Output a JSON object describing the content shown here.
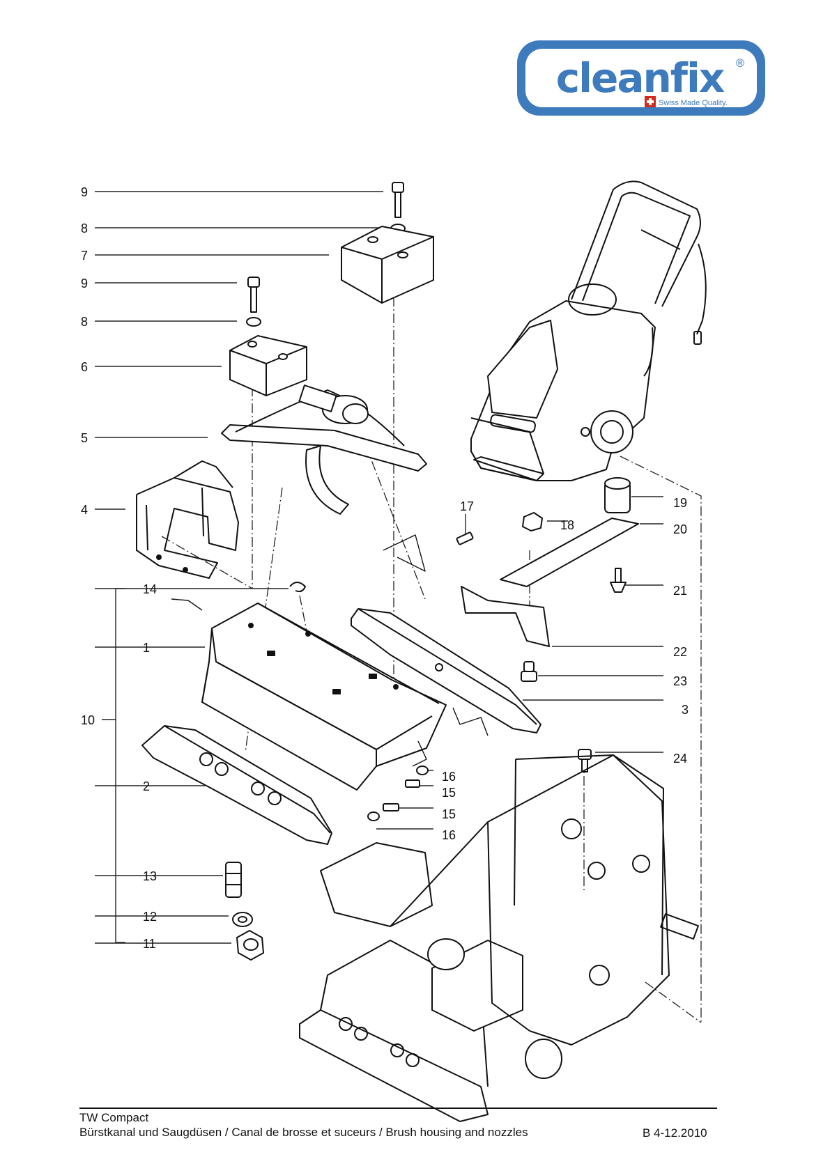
{
  "brand": {
    "name": "cleanfix",
    "registered": "®",
    "tagline": "Swiss Made Quality.",
    "color": "#3d7bbd"
  },
  "callouts": [
    "1",
    "2",
    "3",
    "4",
    "5",
    "6",
    "7",
    "8",
    "9",
    "10",
    "11",
    "12",
    "13",
    "14",
    "15",
    "16",
    "17",
    "18",
    "19",
    "20",
    "21",
    "22",
    "23",
    "24"
  ],
  "footer": {
    "model": "TW Compact",
    "description": "Bürstkanal und Saugdüsen / Canal de brosse et suceurs / Brush housing and nozzles",
    "code": "B 4-12.2010"
  }
}
